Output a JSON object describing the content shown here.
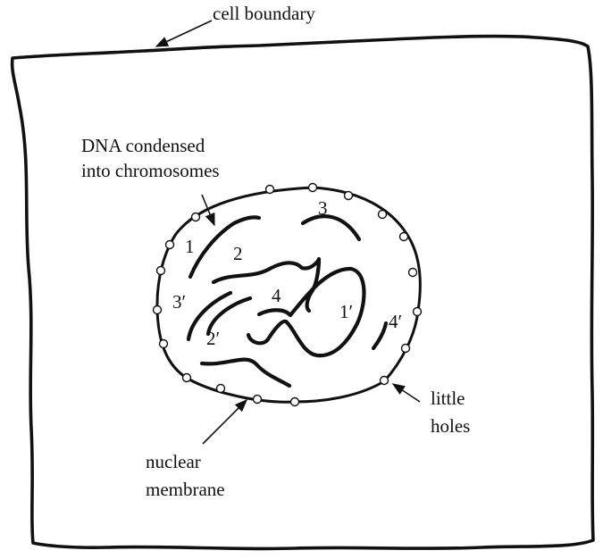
{
  "labels": {
    "cell_boundary": "cell boundary",
    "dna_line1": "DNA condensed",
    "dna_line2": "into chromosomes",
    "little_line1": "little",
    "little_line2": "holes",
    "nuclear_line1": "nuclear",
    "nuclear_line2": "membrane"
  },
  "chromosome_labels": {
    "c1": "1",
    "c2": "2",
    "c3": "3",
    "c4": "4",
    "c1p": "1′",
    "c2p": "2′",
    "c3p": "3′",
    "c4p": "4′"
  }
}
